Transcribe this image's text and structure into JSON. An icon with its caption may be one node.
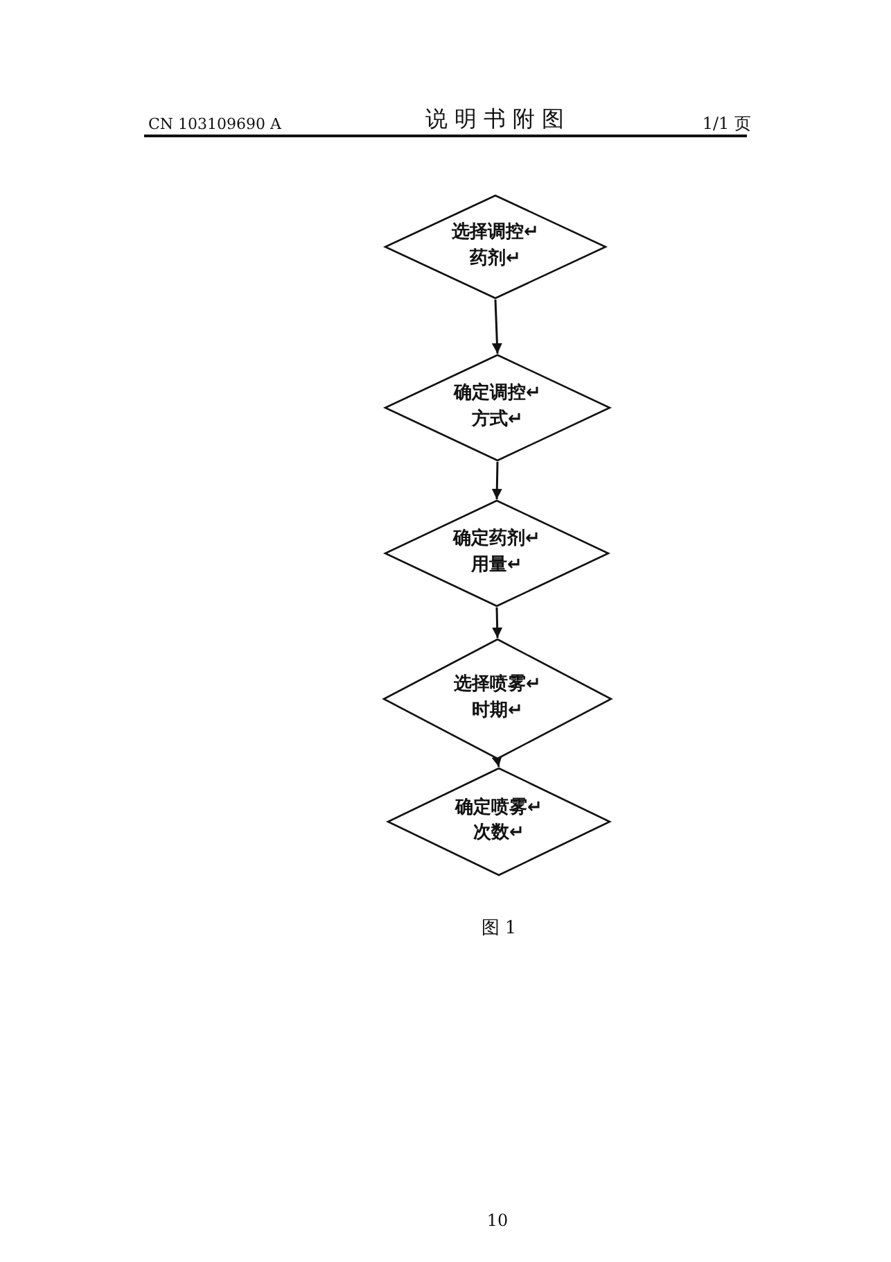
{
  "diagram": {
    "title": "说 明 书 附 图",
    "caption": "图 1",
    "nodes": [
      {
        "text": [
          "选择调控↵药剂↵"
        ]
      },
      {
        "text": [
          "确定调控↵方式↵"
        ]
      },
      {
        "text": [
          "确定药剂↵用量↵"
        ]
      },
      {
        "text": [
          "选择喷雾↵时期↵"
        ]
      },
      {
        "text": [
          "确定喷雾↵次数↵"
        ]
      }
    ],
    "edges": [
      {
        "from": 0,
        "to": 1,
        "arrow": "to"
      },
      {
        "from": 1,
        "to": 2,
        "arrow": "to"
      },
      {
        "from": 2,
        "to": 3,
        "arrow": "to"
      },
      {
        "from": 3,
        "to": 4,
        "arrow": "to"
      }
    ],
    "labels": [
      "CN 103109690 A",
      "1/1 页",
      "10"
    ]
  }
}
